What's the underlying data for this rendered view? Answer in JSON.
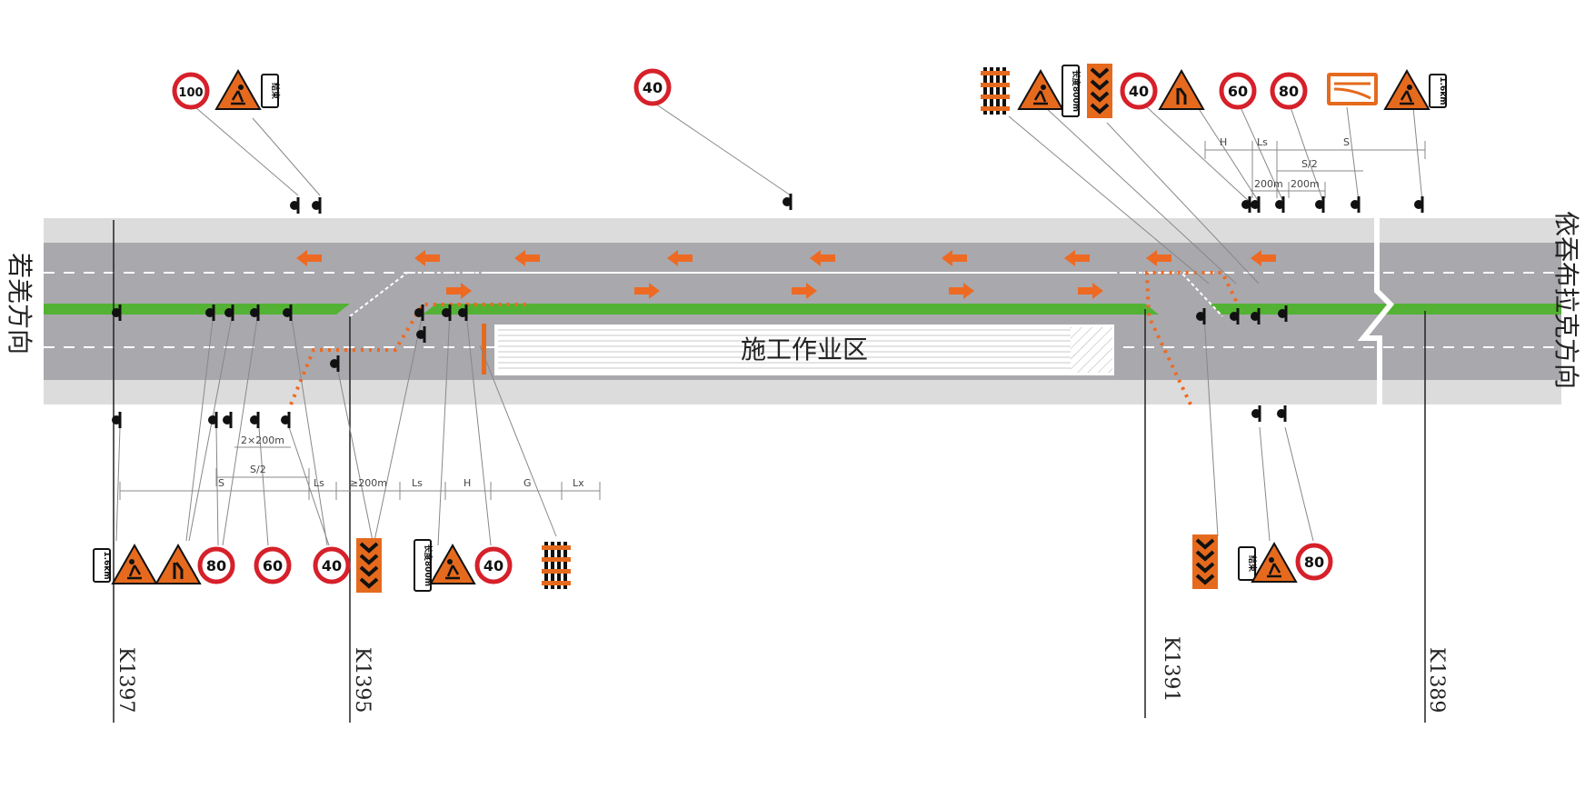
{
  "labels": {
    "left_direction": "若羌方向",
    "right_direction": "依吞布拉克方向",
    "work_zone": "施工作业区",
    "stakes": [
      "K1397",
      "K1395",
      "K1391",
      "K1389"
    ]
  },
  "signs": {
    "speed": {
      "s100": "100",
      "s80": "80",
      "s60": "60",
      "s40": "40"
    },
    "end_text": "结束",
    "length_text": "长度800m",
    "distance_text": "1.6km"
  },
  "dims": {
    "bottom": {
      "S": "S",
      "S2": "S/2",
      "Ls1": "Ls",
      "ge200": "≥200m",
      "Ls2": "Ls",
      "H": "H",
      "G": "G",
      "Lx": "Lx",
      "x200": "2×200m"
    },
    "top": {
      "H": "H",
      "Ls": "Ls",
      "S": "S",
      "S2": "S/2",
      "m200a": "200m",
      "m200b": "200m"
    }
  },
  "colors": {
    "road": "#a9a8ad",
    "shoulder": "#dcdcdc",
    "median": "#53b233",
    "arrow": "#ee6a22",
    "sign_orange": "#e56a1e",
    "speed_red": "#d6202a"
  }
}
